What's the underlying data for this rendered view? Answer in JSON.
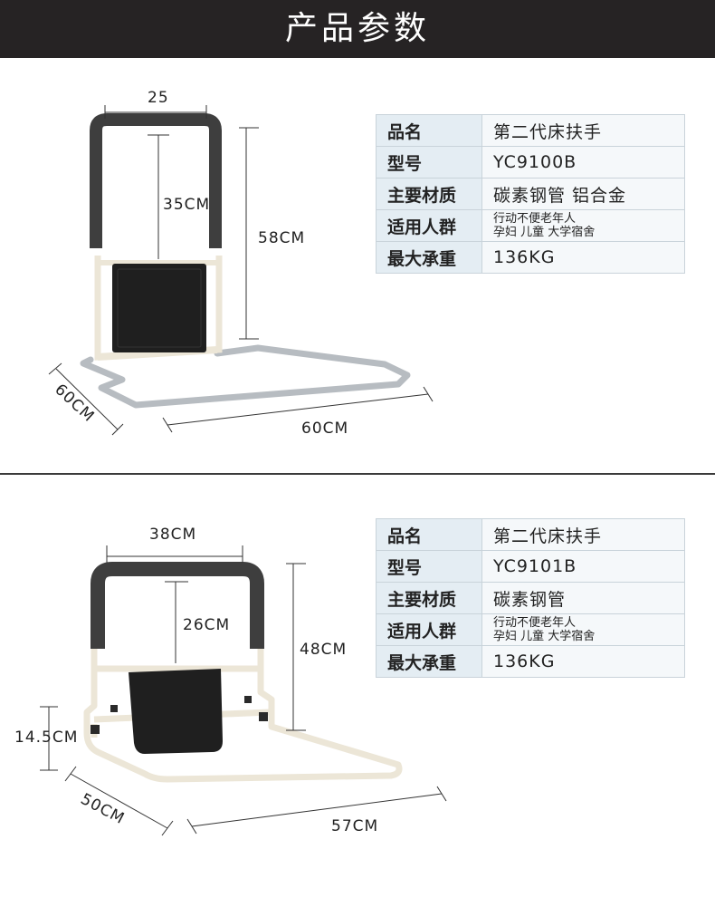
{
  "header": {
    "title": "产品参数"
  },
  "products": [
    {
      "dims": {
        "top_width": "25",
        "handle_height": "35CM",
        "total_height": "58CM",
        "depth": "60CM",
        "width": "60CM"
      },
      "specs": [
        {
          "key": "品名",
          "value": "第二代床扶手"
        },
        {
          "key": "型号",
          "value": "YC9100B"
        },
        {
          "key": "主要材质",
          "value": "碳素钢管 铝合金"
        },
        {
          "key": "适用人群",
          "value_lines": [
            "行动不便老年人",
            "孕妇 儿童 大学宿舍"
          ]
        },
        {
          "key": "最大承重",
          "value": "136KG"
        }
      ]
    },
    {
      "dims": {
        "top_width": "38CM",
        "handle_height": "26CM",
        "total_height": "48CM",
        "base_height": "14.5CM",
        "depth": "50CM",
        "width": "57CM"
      },
      "specs": [
        {
          "key": "品名",
          "value": "第二代床扶手"
        },
        {
          "key": "型号",
          "value": "YC9101B"
        },
        {
          "key": "主要材质",
          "value": "碳素钢管"
        },
        {
          "key": "适用人群",
          "value_lines": [
            "行动不便老年人",
            "孕妇 儿童 大学宿舍"
          ]
        },
        {
          "key": "最大承重",
          "value": "136KG"
        }
      ]
    }
  ]
}
